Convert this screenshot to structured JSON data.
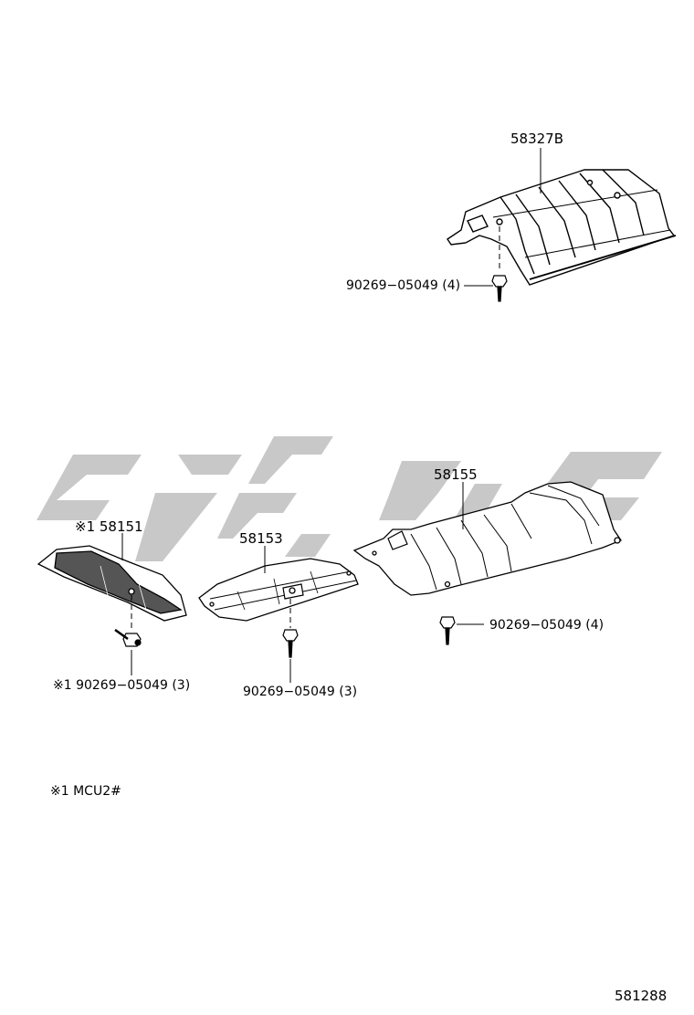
{
  "watermark": {
    "color": "#c8c8c8"
  },
  "parts": {
    "p58327b": "58327B",
    "p58155": "58155",
    "p58153": "58153",
    "p58151": "※1 58151"
  },
  "bolts": {
    "b_top": "90269−05049 (4)",
    "b_right": "90269−05049 (4)",
    "b_mid": "90269−05049 (3)",
    "b_left": "※1 90269−05049 (3)"
  },
  "footnote": "※1  MCU2#",
  "diagram_number": "581288"
}
